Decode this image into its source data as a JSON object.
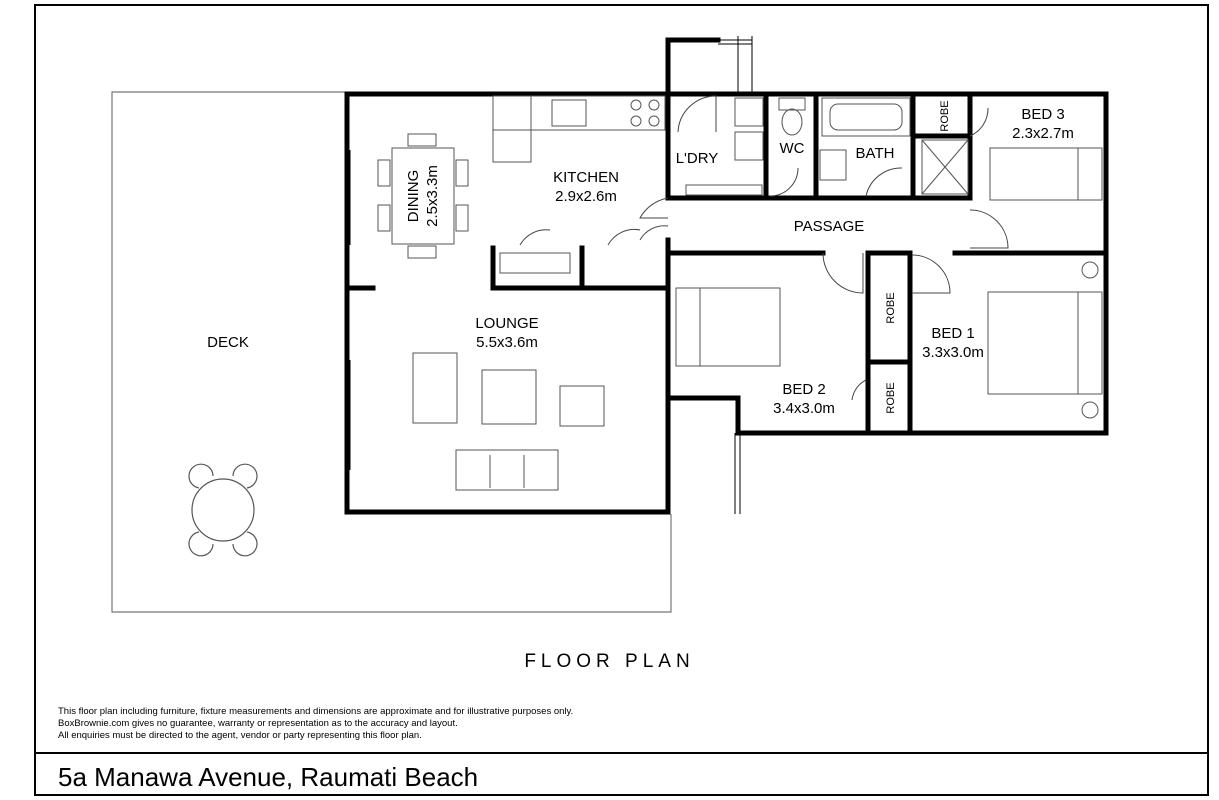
{
  "rooms": {
    "deck": {
      "name": "DECK"
    },
    "dining": {
      "name": "DINING",
      "size": "2.5x3.3m"
    },
    "kitchen": {
      "name": "KITCHEN",
      "size": "2.9x2.6m"
    },
    "laundry": {
      "name": "L'DRY"
    },
    "wc": {
      "name": "WC"
    },
    "bath": {
      "name": "BATH"
    },
    "bed3": {
      "name": "BED 3",
      "size": "2.3x2.7m"
    },
    "passage": {
      "name": "PASSAGE"
    },
    "lounge": {
      "name": "LOUNGE",
      "size": "5.5x3.6m"
    },
    "bed2": {
      "name": "BED 2",
      "size": "3.4x3.0m"
    },
    "bed1": {
      "name": "BED 1",
      "size": "3.3x3.0m"
    },
    "robe": {
      "name": "ROBE"
    }
  },
  "plan_title": "FLOOR PLAN",
  "disclaimer": [
    "This floor plan including furniture, fixture measurements and dimensions are approximate and for illustrative purposes only.",
    "BoxBrownie.com gives no guarantee, warranty or representation as to the accuracy and layout.",
    "All enquiries must be directed to the agent, vendor or party representing this floor plan."
  ],
  "address": "5a Manawa Avenue, Raumati Beach",
  "colors": {
    "wall": "#000000",
    "fixture": "#555555",
    "background": "#ffffff"
  }
}
